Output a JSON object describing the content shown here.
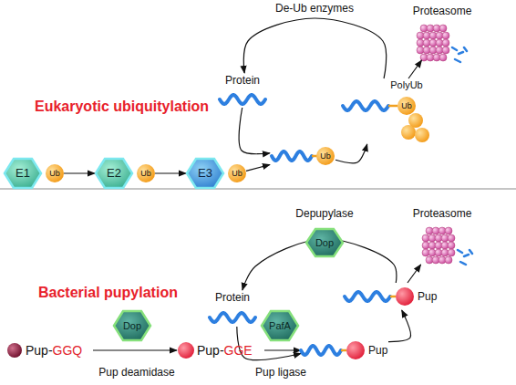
{
  "diagram": {
    "nodes": [
      {
        "text": [
          "E1"
        ]
      },
      {
        "text": [
          "Ub"
        ]
      },
      {
        "text": [
          "E2"
        ]
      },
      {
        "text": [
          "Ub"
        ]
      },
      {
        "text": [
          "E3"
        ]
      },
      {
        "text": [
          "Ub"
        ]
      },
      {
        "text": [
          "Protein"
        ]
      },
      {
        "text": [
          "Ub"
        ]
      },
      {
        "text": [
          "PolyUb",
          "Ub"
        ]
      },
      {
        "text": [
          "Proteasome"
        ]
      },
      {
        "text": [
          "Pup-",
          "GGQ"
        ]
      },
      {
        "text": [
          "Dop"
        ]
      },
      {
        "text": [
          "Pup-",
          "GGE"
        ]
      },
      {
        "text": [
          "PafA"
        ]
      },
      {
        "text": [
          "Protein"
        ]
      },
      {
        "text": [
          "Pup"
        ]
      },
      {
        "text": [
          "Pup"
        ]
      },
      {
        "text": [
          "Depupylase",
          "Dop"
        ]
      },
      {
        "text": [
          "Proteasome"
        ]
      }
    ],
    "edges": [
      {
        "from": 1,
        "to": 2,
        "arrow": "to"
      },
      {
        "from": 3,
        "to": 4,
        "arrow": "to"
      },
      {
        "from": 5,
        "to": 7,
        "arrow": "to"
      },
      {
        "from": 6,
        "to": 7,
        "arrow": "to"
      },
      {
        "from": 7,
        "to": 8,
        "arrow": "to"
      },
      {
        "from": 8,
        "to": 6,
        "label": "De-Ub enzymes",
        "arrow": "to"
      },
      {
        "from": 8,
        "to": 9,
        "arrow": "to"
      },
      {
        "from": 10,
        "to": 12,
        "label": "Pup deamidase",
        "arrow": "to"
      },
      {
        "from": 12,
        "to": 15,
        "label": "Pup ligase",
        "arrow": "to"
      },
      {
        "from": 14,
        "to": 15,
        "arrow": "to"
      },
      {
        "from": 15,
        "to": 16,
        "arrow": "to"
      },
      {
        "from": 16,
        "to": 14,
        "arrow": "to"
      },
      {
        "from": 16,
        "to": 18,
        "arrow": "to"
      }
    ],
    "labels": [
      "Eukaryotic ubiquitylation",
      "Bacterial pupylation"
    ]
  }
}
